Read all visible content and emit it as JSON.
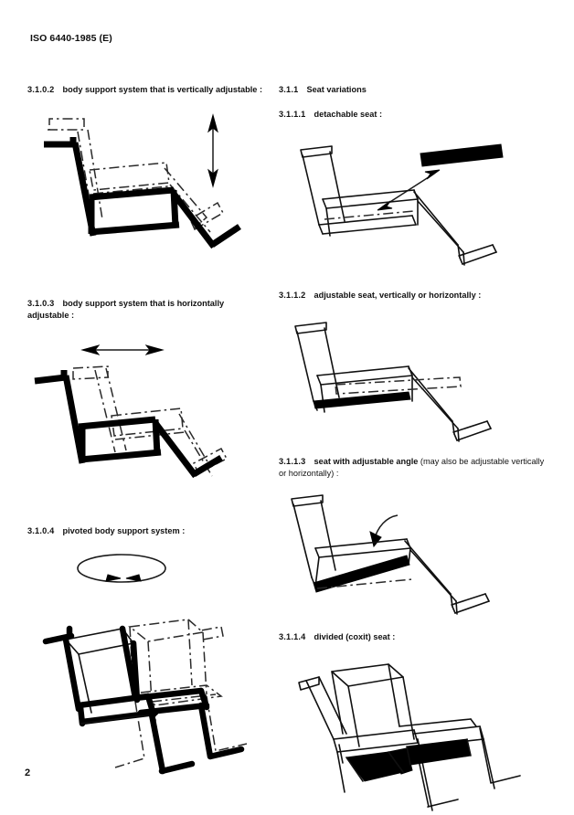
{
  "document": {
    "standard_ref": "ISO 6440-1985 (E)",
    "page_number": "2"
  },
  "left_column": {
    "sections": [
      {
        "number": "3.1.0.2",
        "title_bold": "body support system that is vertically adjustable",
        "title_plain": "",
        "trailing": ":",
        "figure": "wheelchair-side-view-vertical-adjust"
      },
      {
        "number": "3.1.0.3",
        "title_bold": "body support system that is horizontally adjustable",
        "title_plain": "",
        "trailing": ":",
        "figure": "wheelchair-side-view-horizontal-adjust"
      },
      {
        "number": "3.1.0.4",
        "title_bold": "pivoted body support system",
        "title_plain": "",
        "trailing": ":",
        "figure": "wheelchair-perspective-pivot"
      }
    ]
  },
  "right_column": {
    "group_heading": {
      "number": "3.1.1",
      "title": "Seat variations"
    },
    "sections": [
      {
        "number": "3.1.1.1",
        "title_bold": "detachable seat",
        "title_plain": "",
        "trailing": ":",
        "figure": "wheelchair-detachable-seat"
      },
      {
        "number": "3.1.1.2",
        "title_bold": "adjustable seat, vertically or horizontally",
        "title_plain": "",
        "trailing": ":",
        "figure": "wheelchair-adjustable-seat"
      },
      {
        "number": "3.1.1.3",
        "title_bold": "seat with adjustable angle",
        "title_plain": "(may also be adjustable vertically or horizontally)",
        "trailing": ":",
        "figure": "wheelchair-seat-adjustable-angle"
      },
      {
        "number": "3.1.1.4",
        "title_bold": "divided (coxit) seat",
        "title_plain": "",
        "trailing": ":",
        "figure": "wheelchair-divided-coxit-seat"
      }
    ]
  },
  "figure_annotations": {
    "vertical_arrow": "double-headed-vertical-arrow",
    "horizontal_arrow": "double-headed-horizontal-arrow",
    "rotation_ellipse": "rotation-ellipse-arrows",
    "detach_arrow": "double-headed-diagonal-arrow",
    "tilt_arrow": "curved-rotation-arrow",
    "slide_ghost": "dash-dot-ghost-outline"
  },
  "colors": {
    "ink": "#000000",
    "paper": "#ffffff"
  }
}
